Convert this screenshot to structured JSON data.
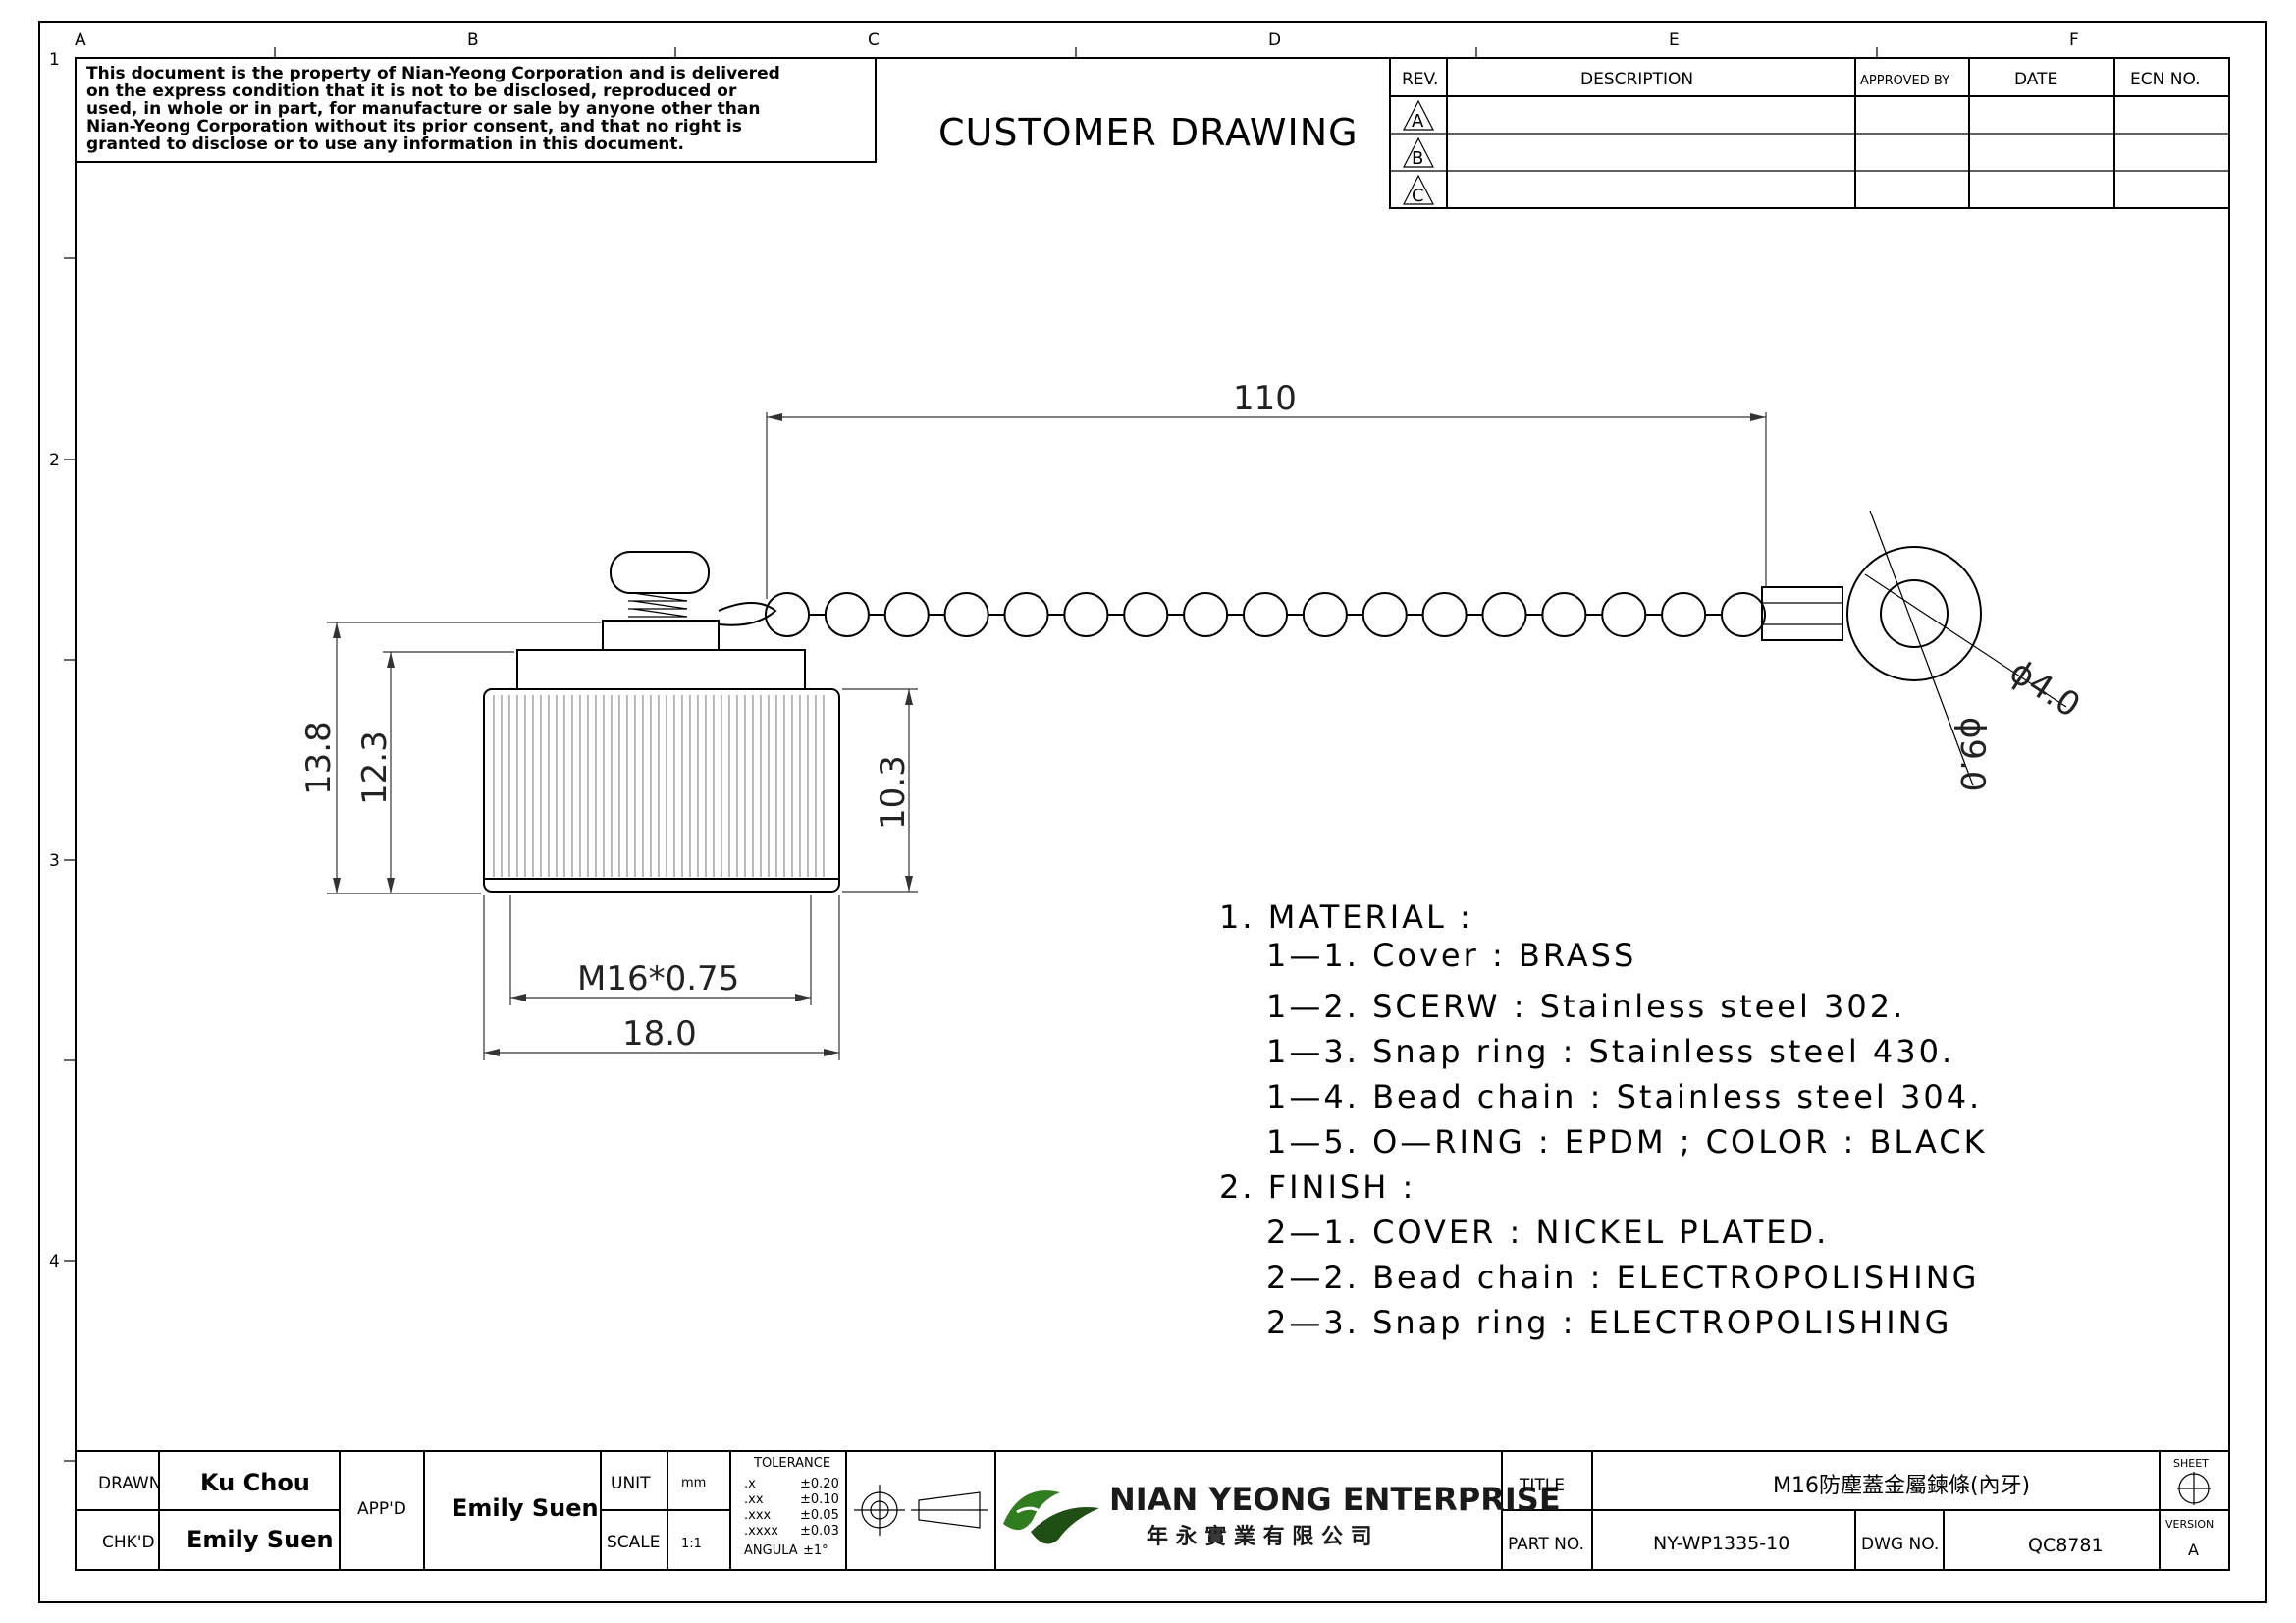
{
  "border": {
    "columns": [
      "A",
      "B",
      "C",
      "D",
      "E",
      "F"
    ],
    "rows": [
      "1",
      "2",
      "3",
      "4"
    ]
  },
  "notice": {
    "lines": [
      "This document is the property of Nian-Yeong Corporation and is delivered",
      "on  the  express condition that it is not to be disclosed, reproduced or",
      "used, in whole or in part, for manufacture or sale by anyone other than",
      "Nian-Yeong Corporation without  its prior consent, and that  no right  is",
      "granted to disclose or to use any information in this  document."
    ]
  },
  "heading": "CUSTOMER  DRAWING",
  "revision_table": {
    "headers": [
      "REV.",
      "DESCRIPTION",
      "APPROVED BY",
      "DATE",
      "ECN NO."
    ],
    "rows": [
      "A",
      "B",
      "C"
    ]
  },
  "dimensions": {
    "chain_length": "110",
    "ring_inner": "ϕ4.0",
    "ring_outer": "ϕ9.0",
    "total_height": "13.8",
    "cap_height": "12.3",
    "knurl_height": "10.3",
    "thread": "M16*0.75",
    "outer_diameter": "18.0"
  },
  "notes": [
    "1.  MATERIAL  :",
    "1—1.  Cover  :  BRASS",
    "1—2.  SCERW  :  Stainless  steel  302.",
    "1—3.  Snap  ring  :  Stainless  steel  430.",
    "1—4.  Bead  chain  :  Stainless  steel  304.",
    "1—5.  O—RING  :  EPDM  ;  COLOR  :  BLACK",
    "2.  FINISH  :",
    "2—1.  COVER  :  NICKEL  PLATED.",
    "2—2.  Bead  chain  :  ELECTROPOLISHING",
    "2—3.  Snap  ring  :  ELECTROPOLISHING"
  ],
  "title_block": {
    "drawn_label": "DRAWN",
    "drawn_by": "Ku Chou",
    "checked_label": "CHK'D",
    "checked_by": "Emily Suen",
    "approved_label": "APP'D",
    "approved_by": "Emily Suen",
    "unit_label": "UNIT",
    "unit": "mm",
    "scale_label": "SCALE",
    "scale": "1:1",
    "tolerance_label": "TOLERANCE",
    "tolerance_rows": [
      [
        ".x",
        "±0.20"
      ],
      [
        ".xx",
        "±0.10"
      ],
      [
        ".xxx",
        "±0.05"
      ],
      [
        ".xxxx",
        "±0.03"
      ],
      [
        "ANGULA",
        "±1°"
      ]
    ],
    "company_name": "NIAN YEONG ENTERPRISE",
    "company_name_cn": "年 永 實 業 有 限 公 司",
    "title_label": "TITLE",
    "title": "M16防塵蓋金屬鍊條(內牙)",
    "part_label": "PART NO.",
    "part_no": "NY-WP1335-10",
    "dwg_label": "DWG NO.",
    "dwg_no": "QC8781",
    "sheet_label": "SHEET",
    "version_label": "VERSION",
    "version": "A"
  },
  "colors": {
    "line": "#000000",
    "logo_green": "#2f7d1e",
    "logo_dark": "#1f4f14"
  }
}
